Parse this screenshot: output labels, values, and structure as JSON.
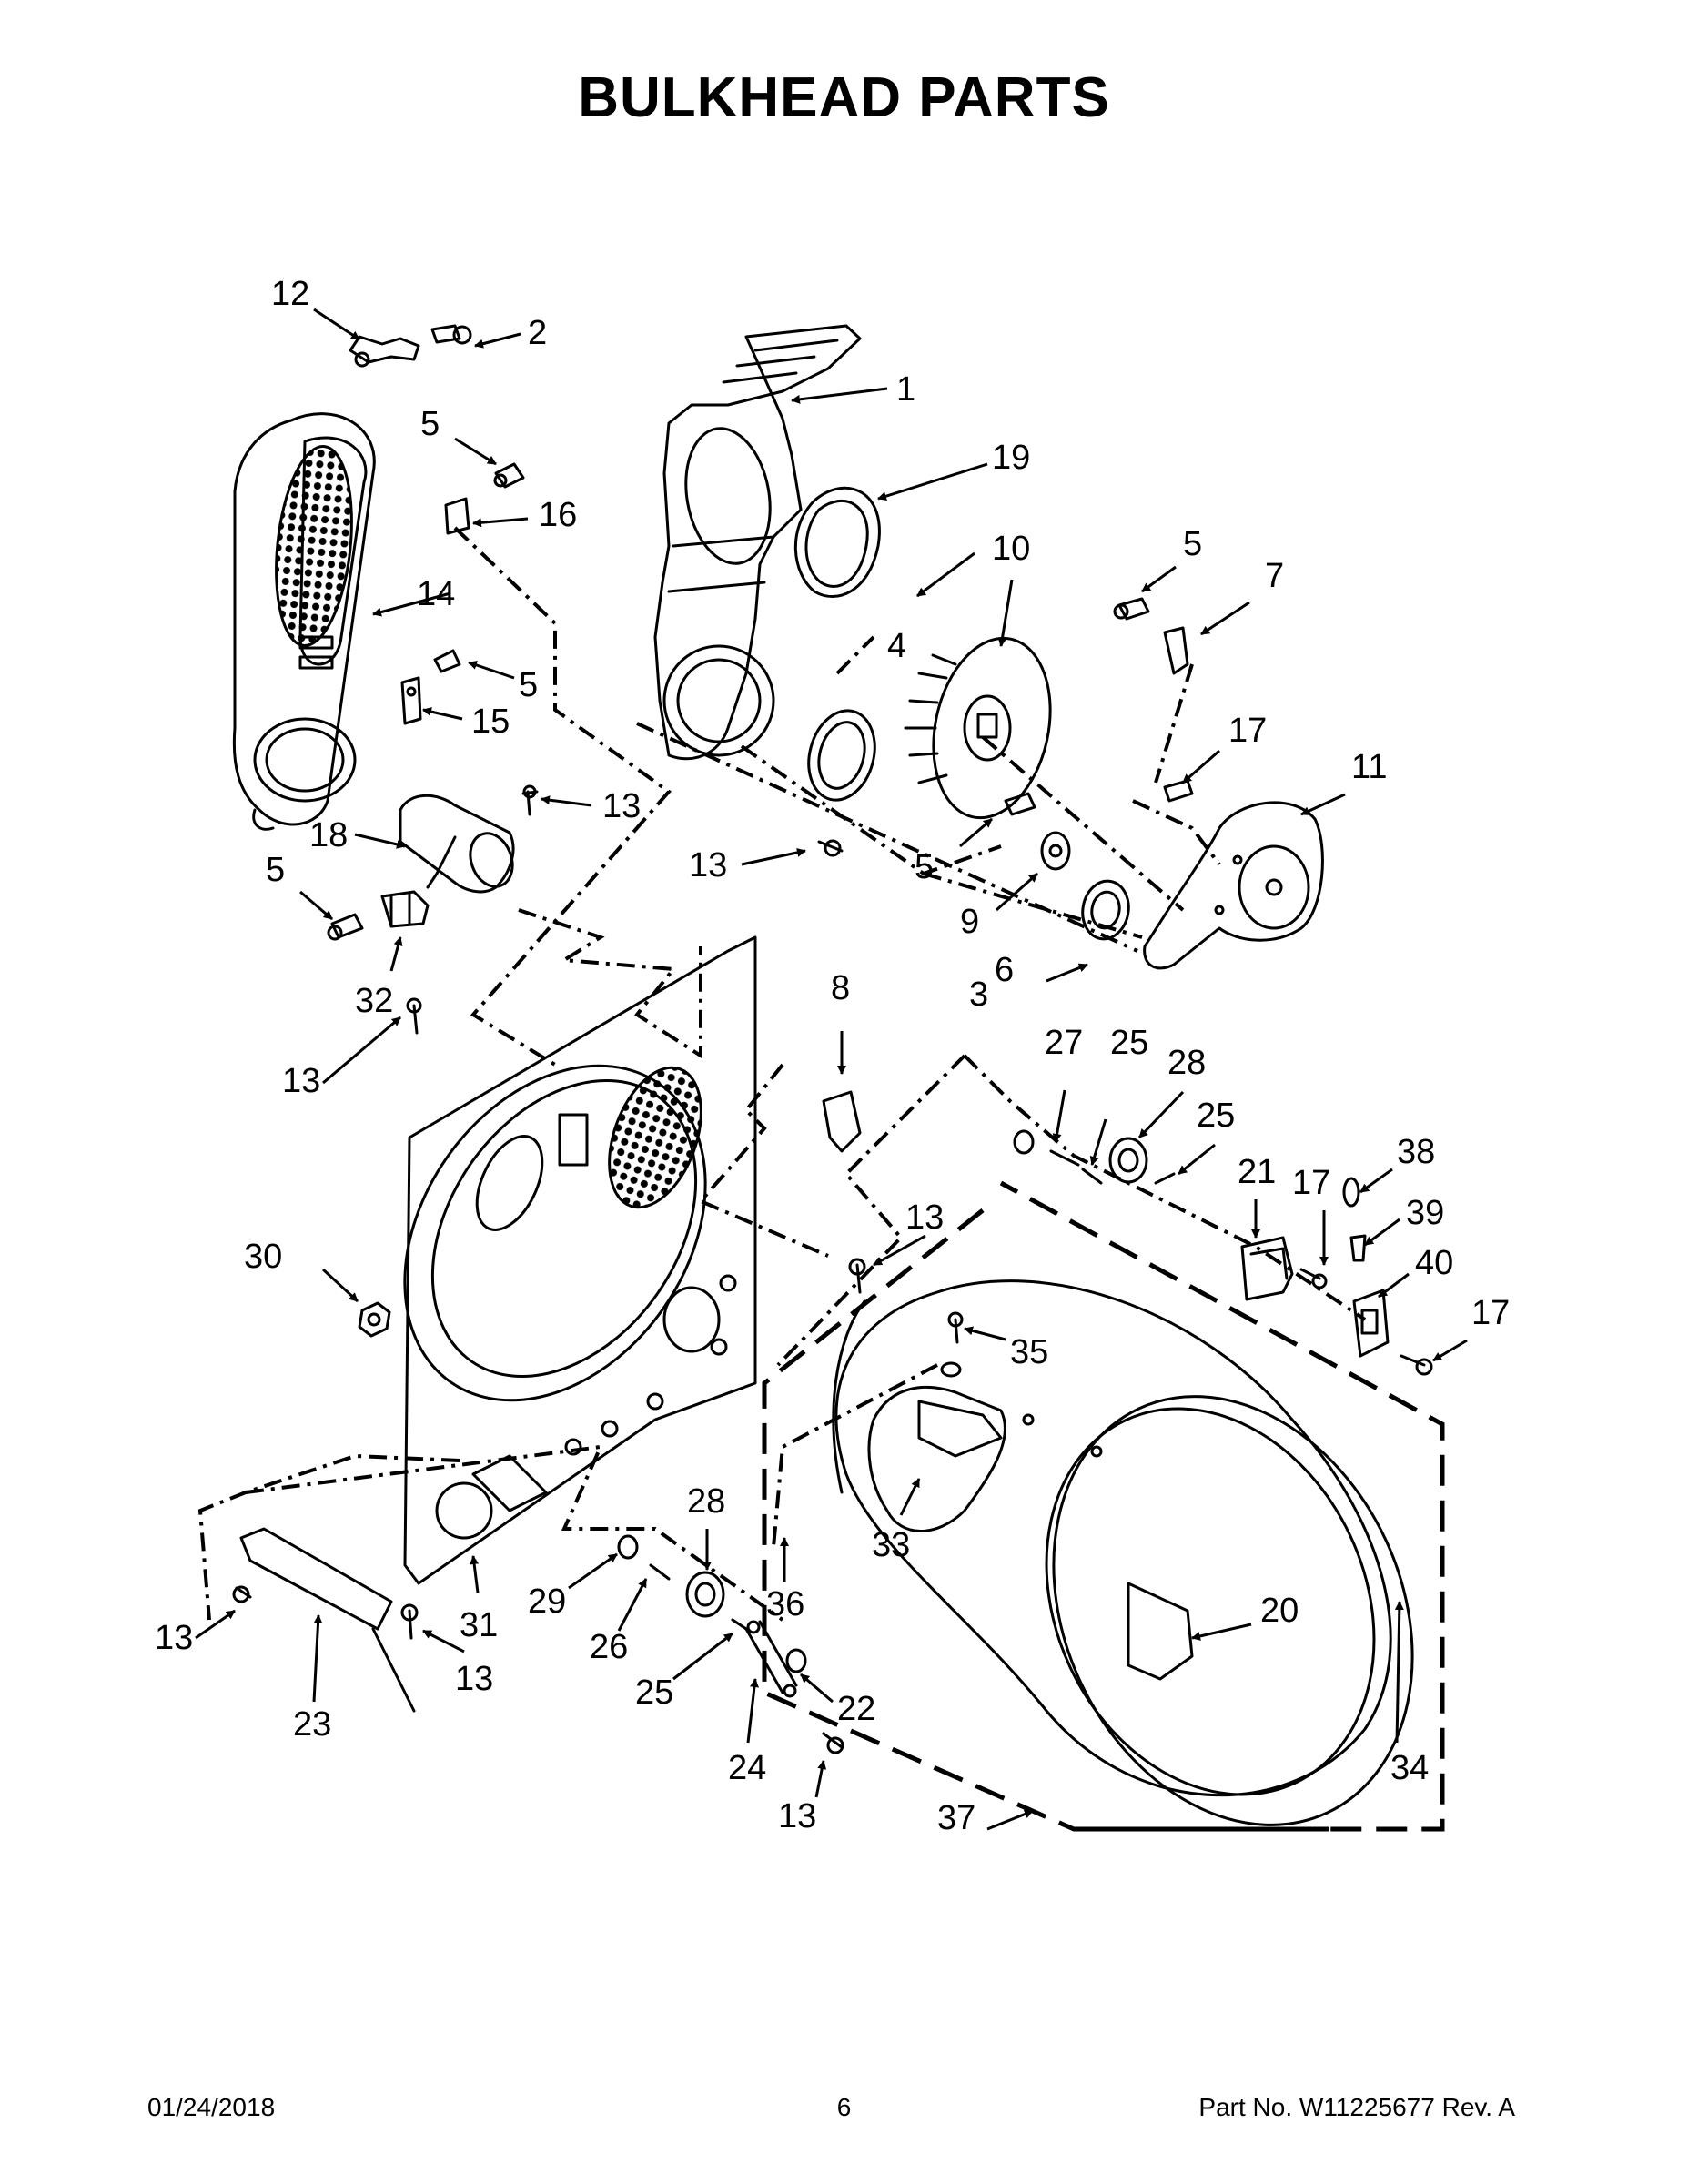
{
  "title": "BULKHEAD PARTS",
  "footer": {
    "date": "01/24/2018",
    "page": "6",
    "part_number": "Part No.  W11225677  Rev.  A"
  },
  "callouts": {
    "c1": "1",
    "c2": "2",
    "c3": "3",
    "c4": "4",
    "c5a": "5",
    "c5b": "5",
    "c5c": "5",
    "c5d": "5",
    "c5e": "5",
    "c6": "6",
    "c7": "7",
    "c8": "8",
    "c9": "9",
    "c10": "10",
    "c11": "11",
    "c12": "12",
    "c13a": "13",
    "c13b": "13",
    "c13c": "13",
    "c13d": "13",
    "c13e": "13",
    "c13f": "13",
    "c13g": "13",
    "c14": "14",
    "c15": "15",
    "c16": "16",
    "c17a": "17",
    "c17b": "17",
    "c17c": "17",
    "c18": "18",
    "c19": "19",
    "c20": "20",
    "c21": "21",
    "c22": "22",
    "c23": "23",
    "c24": "24",
    "c25a": "25",
    "c25b": "25",
    "c25c": "25",
    "c26": "26",
    "c27": "27",
    "c28a": "28",
    "c28b": "28",
    "c29": "29",
    "c30": "30",
    "c31": "31",
    "c32": "32",
    "c33": "33",
    "c34": "34",
    "c35": "35",
    "c36": "36",
    "c37": "37",
    "c38": "38",
    "c39": "39",
    "c40": "40"
  }
}
